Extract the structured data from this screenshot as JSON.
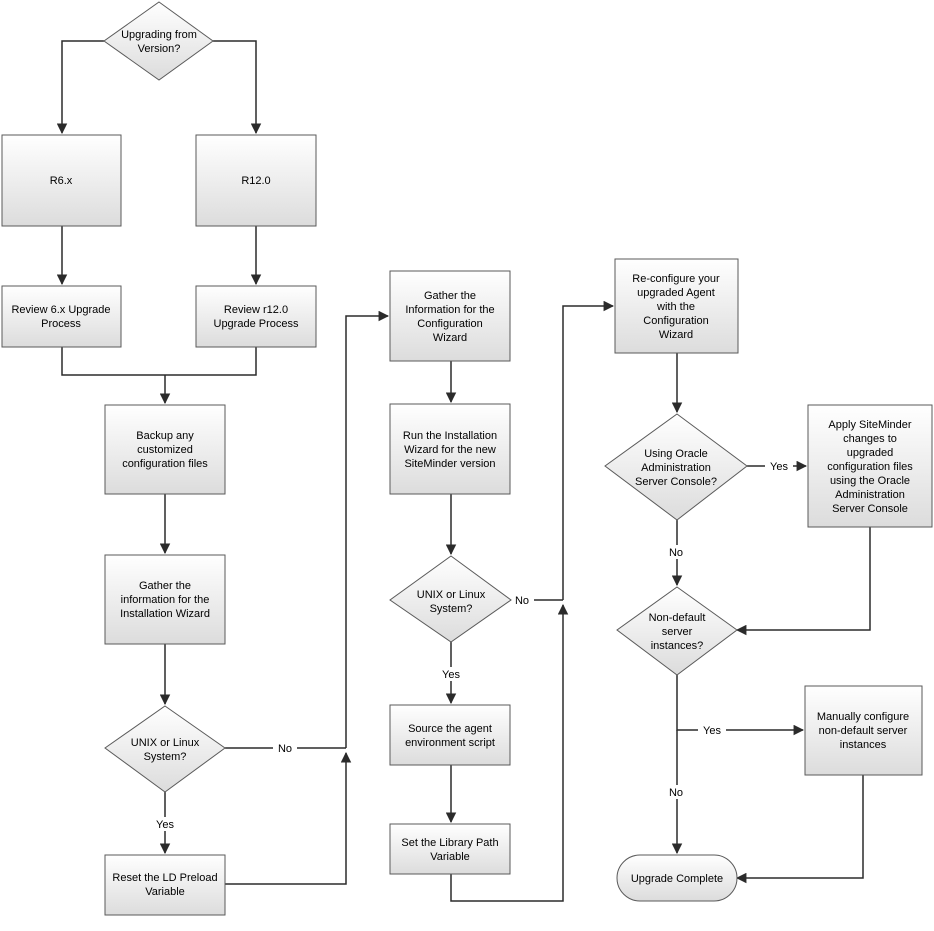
{
  "nodes": {
    "upgrading_from": {
      "label": "Upgrading from Version?"
    },
    "r6x": {
      "label": "R6.x"
    },
    "r120": {
      "label": "R12.0"
    },
    "review_6x": {
      "label": "Review 6.x Upgrade Process"
    },
    "review_r120": {
      "label": "Review r12.0 Upgrade Process"
    },
    "backup": {
      "label": "Backup any customized configuration files"
    },
    "gather_install": {
      "label": "Gather the information for the Installation Wizard"
    },
    "unix1": {
      "label": "UNIX or Linux System?"
    },
    "reset_ld": {
      "label": "Reset the LD Preload Variable"
    },
    "gather_config": {
      "label": "Gather the Information for the Configuration Wizard"
    },
    "run_install": {
      "label": "Run the Installation Wizard for the new SiteMinder version"
    },
    "unix2": {
      "label": "UNIX or Linux System?"
    },
    "source_agent": {
      "label": "Source the agent environment script"
    },
    "set_lib": {
      "label": "Set the Library Path Variable"
    },
    "reconfigure": {
      "label": "Re-configure your upgraded Agent with the Configuration Wizard"
    },
    "using_oracle": {
      "label": "Using Oracle Administration Server Console?"
    },
    "apply_changes": {
      "label": "Apply SiteMinder changes to upgraded configuration files using the Oracle Administration Server Console"
    },
    "non_default": {
      "label": "Non-default server instances?"
    },
    "manually_configure": {
      "label": "Manually configure non-default server instances"
    },
    "upgrade_complete": {
      "label": "Upgrade Complete"
    }
  },
  "edge_labels": {
    "no": "No",
    "yes": "Yes"
  }
}
